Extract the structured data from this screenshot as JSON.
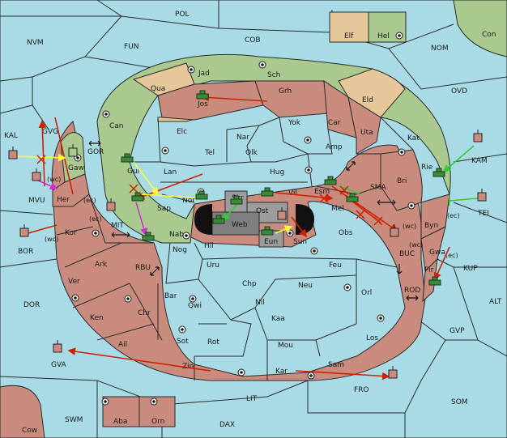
{
  "sea_labels": [
    {
      "id": "pol",
      "text": "POL"
    },
    {
      "id": "nvm",
      "text": "NVM"
    },
    {
      "id": "fun",
      "text": "FUN"
    },
    {
      "id": "cob",
      "text": "COB"
    },
    {
      "id": "nom",
      "text": "NOM"
    },
    {
      "id": "con",
      "text": "Con"
    },
    {
      "id": "ovd",
      "text": "OVD"
    },
    {
      "id": "kal",
      "text": "KAL"
    },
    {
      "id": "gor",
      "text": "GOR"
    },
    {
      "id": "mvu",
      "text": "MVU"
    },
    {
      "id": "kam",
      "text": "KAM"
    },
    {
      "id": "sma",
      "text": "SMA"
    },
    {
      "id": "tei",
      "text": "TEI"
    },
    {
      "id": "mit",
      "text": "MIT"
    },
    {
      "id": "bor",
      "text": "BOR"
    },
    {
      "id": "rbu",
      "text": "RBU"
    },
    {
      "id": "buc",
      "text": "BUC"
    },
    {
      "id": "kup",
      "text": "KUP"
    },
    {
      "id": "dor",
      "text": "DOR"
    },
    {
      "id": "rod",
      "text": "ROD"
    },
    {
      "id": "alt",
      "text": "ALT"
    },
    {
      "id": "gvp",
      "text": "GVP"
    },
    {
      "id": "gva",
      "text": "GVA"
    },
    {
      "id": "fro",
      "text": "FRO"
    },
    {
      "id": "lit",
      "text": "LIT"
    },
    {
      "id": "som",
      "text": "SOM"
    },
    {
      "id": "swm",
      "text": "SWM"
    },
    {
      "id": "dax",
      "text": "DAX"
    },
    {
      "id": "cow",
      "text": "Cow"
    }
  ],
  "land_labels": [
    {
      "id": "elf",
      "text": "Elf"
    },
    {
      "id": "hel",
      "text": "Hel"
    },
    {
      "id": "jad",
      "text": "Jad"
    },
    {
      "id": "sch",
      "text": "Sch"
    },
    {
      "id": "qua",
      "text": "Qua"
    },
    {
      "id": "jos",
      "text": "Jos"
    },
    {
      "id": "grh",
      "text": "Grh"
    },
    {
      "id": "eld",
      "text": "Eld"
    },
    {
      "id": "can",
      "text": "Can"
    },
    {
      "id": "yok",
      "text": "Yok"
    },
    {
      "id": "car",
      "text": "Car"
    },
    {
      "id": "uta",
      "text": "Uta"
    },
    {
      "id": "elc",
      "text": "Elc"
    },
    {
      "id": "nar",
      "text": "Nar"
    },
    {
      "id": "kat",
      "text": "Kat"
    },
    {
      "id": "tel",
      "text": "Tel"
    },
    {
      "id": "olk",
      "text": "Olk"
    },
    {
      "id": "amp",
      "text": "Amp"
    },
    {
      "id": "gaw",
      "text": "Gaw"
    },
    {
      "id": "gvg",
      "text": "GVG"
    },
    {
      "id": "gul",
      "text": "Gul"
    },
    {
      "id": "lan",
      "text": "Lan"
    },
    {
      "id": "hug",
      "text": "Hug"
    },
    {
      "id": "rie",
      "text": "Rie"
    },
    {
      "id": "bri",
      "text": "Bri"
    },
    {
      "id": "esm",
      "text": "Esm"
    },
    {
      "id": "her",
      "text": "Her"
    },
    {
      "id": "nor",
      "text": "Nor"
    },
    {
      "id": "skr",
      "text": "Skr"
    },
    {
      "id": "vil",
      "text": "Vil"
    },
    {
      "id": "mel",
      "text": "Mel"
    },
    {
      "id": "sap",
      "text": "Sap"
    },
    {
      "id": "ost",
      "text": "Ost"
    },
    {
      "id": "web",
      "text": "Web"
    },
    {
      "id": "byn",
      "text": "Byn"
    },
    {
      "id": "kor",
      "text": "Kor"
    },
    {
      "id": "nab",
      "text": "Nab"
    },
    {
      "id": "obs",
      "text": "Obs"
    },
    {
      "id": "eun",
      "text": "Eun"
    },
    {
      "id": "sun",
      "text": "Sun"
    },
    {
      "id": "hil",
      "text": "Hil"
    },
    {
      "id": "nog",
      "text": "Nog"
    },
    {
      "id": "gwa",
      "text": "Gwa"
    },
    {
      "id": "ark",
      "text": "Ark"
    },
    {
      "id": "uru",
      "text": "Uru"
    },
    {
      "id": "feu",
      "text": "Feu"
    },
    {
      "id": "pir",
      "text": "Pir"
    },
    {
      "id": "ver",
      "text": "Ver"
    },
    {
      "id": "chp",
      "text": "Chp"
    },
    {
      "id": "neu",
      "text": "Neu"
    },
    {
      "id": "bar",
      "text": "Bar"
    },
    {
      "id": "orl",
      "text": "Orl"
    },
    {
      "id": "qwi",
      "text": "Qwi"
    },
    {
      "id": "nil",
      "text": "Nil"
    },
    {
      "id": "ken",
      "text": "Ken"
    },
    {
      "id": "chr",
      "text": "Chr"
    },
    {
      "id": "kaa",
      "text": "Kaa"
    },
    {
      "id": "ail",
      "text": "Ail"
    },
    {
      "id": "sot",
      "text": "Sot"
    },
    {
      "id": "rot",
      "text": "Rot"
    },
    {
      "id": "los",
      "text": "Los"
    },
    {
      "id": "mou",
      "text": "Mou"
    },
    {
      "id": "zin",
      "text": "Zin"
    },
    {
      "id": "kar",
      "text": "Kar"
    },
    {
      "id": "sam",
      "text": "Sam"
    },
    {
      "id": "aba",
      "text": "Aba"
    },
    {
      "id": "orn",
      "text": "Orn"
    }
  ],
  "coast_labels": [
    {
      "id": "gaw_wc",
      "text": "(wc)"
    },
    {
      "id": "her_ec",
      "text": "(ec)"
    },
    {
      "id": "kor_ec",
      "text": "(ec)"
    },
    {
      "id": "kor_wc",
      "text": "(wc)"
    },
    {
      "id": "byn_wc",
      "text": "(wc)"
    },
    {
      "id": "byn_ec",
      "text": "(ec)"
    },
    {
      "id": "gwa_wc",
      "text": "(wc)"
    },
    {
      "id": "gwa_ec",
      "text": "(ec)"
    }
  ],
  "colors": {
    "sea": "#a9dbe6",
    "green": "#a9c98f",
    "brown": "#c98b7d",
    "tan": "#e5c79a",
    "neutral_gray": "#9c9c9c",
    "order_red": "#cc2200",
    "order_yellow": "#ffff33",
    "order_green": "#33cc33",
    "order_magenta": "#cc33cc"
  }
}
